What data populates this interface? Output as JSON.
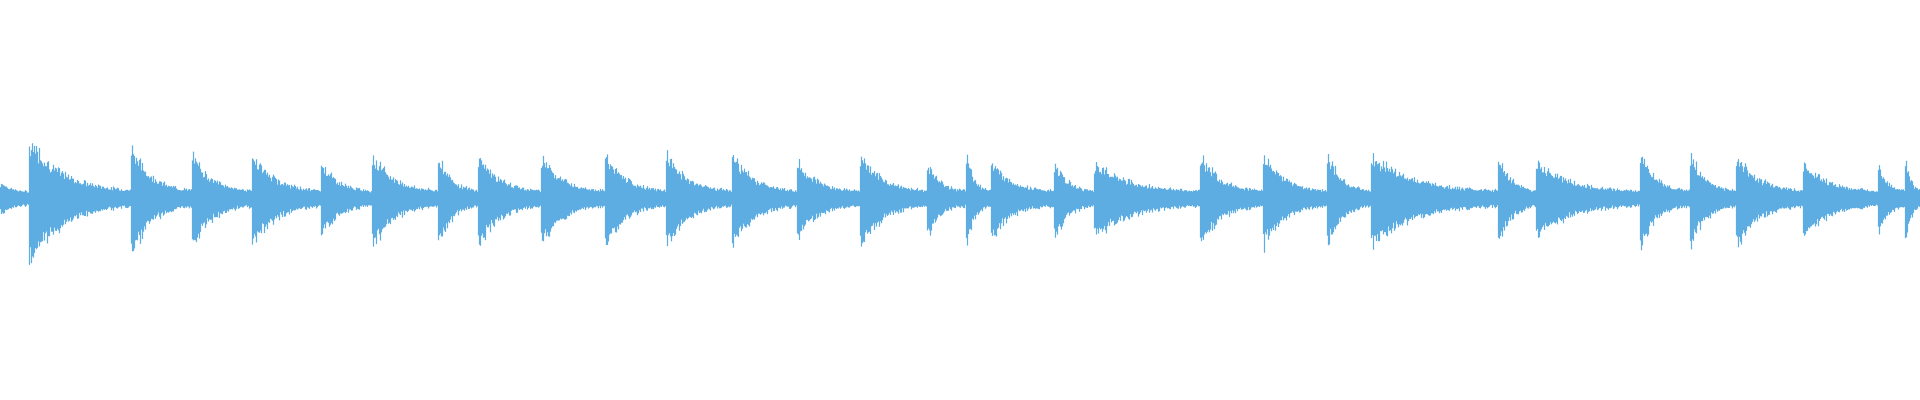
{
  "waveform": {
    "color": "#5dade2",
    "transients": [
      0.0,
      0.015,
      0.068,
      0.1,
      0.131,
      0.167,
      0.194,
      0.228,
      0.249,
      0.282,
      0.315,
      0.347,
      0.381,
      0.415,
      0.448,
      0.483,
      0.503,
      0.516,
      0.549,
      0.57,
      0.625,
      0.658,
      0.691,
      0.714,
      0.78,
      0.8,
      0.854,
      0.88,
      0.904,
      0.939,
      0.978,
      0.992,
      1.0
    ],
    "peak_levels": [
      0.15,
      0.7,
      0.6,
      0.5,
      0.5,
      0.4,
      0.5,
      0.5,
      0.5,
      0.5,
      0.5,
      0.5,
      0.5,
      0.4,
      0.5,
      0.4,
      0.5,
      0.4,
      0.4,
      0.4,
      0.5,
      0.5,
      0.5,
      0.5,
      0.5,
      0.4,
      0.5,
      0.5,
      0.5,
      0.4,
      0.4,
      0.5,
      0.0
    ]
  }
}
